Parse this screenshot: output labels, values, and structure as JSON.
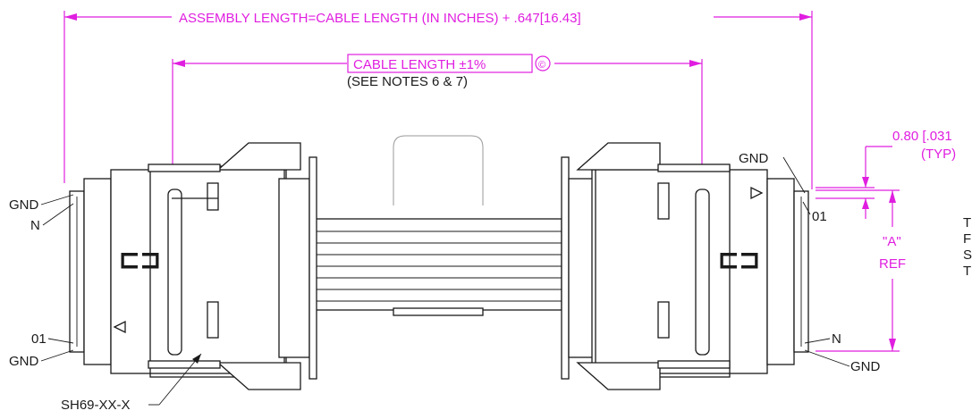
{
  "dimensions": {
    "assembly_length": "ASSEMBLY LENGTH=CABLE LENGTH (IN INCHES) + .647[16.43]",
    "cable_length": "CABLE LENGTH  ±1%",
    "cable_length_symbol": "©",
    "see_notes": "(SEE NOTES 6 & 7)",
    "pitch_value": "0.80 [.031",
    "pitch_typ": "(TYP)",
    "a_ref_label": "\"A\"",
    "a_ref_ref": "REF"
  },
  "callouts": {
    "left_gnd_top": "GND",
    "left_n": "N",
    "left_01": "01",
    "left_gnd_bottom": "GND",
    "right_gnd_top": "GND",
    "right_01": "01",
    "right_n": "N",
    "right_gnd_bottom": "GND",
    "part_number": "SH69-XX-X"
  },
  "side_note_letters": [
    "T",
    "F",
    "S",
    "T"
  ],
  "colors": {
    "dimension": "#e01ee0",
    "outline": "#1a1a1a",
    "background": "#ffffff"
  }
}
